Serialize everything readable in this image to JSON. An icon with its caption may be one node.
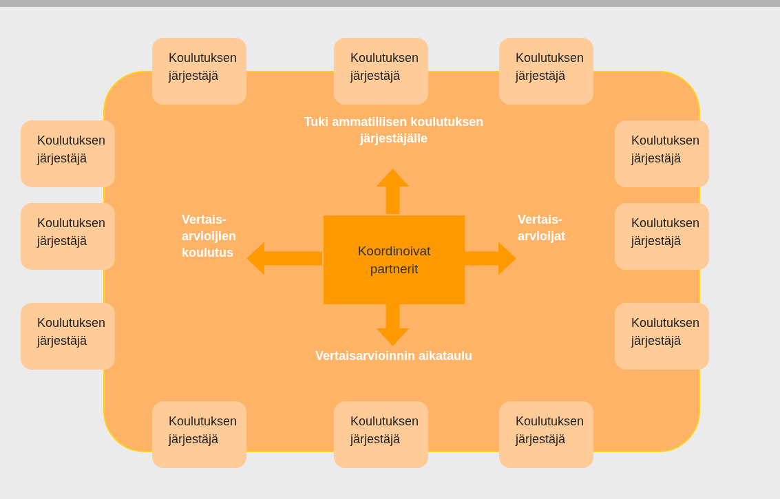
{
  "diagram": {
    "nodes": [
      {
        "text": [],
        "shape": "box"
      },
      {
        "text": [
          "Koulutuksen järjestäjä"
        ]
      },
      {
        "text": [
          "Koulutuksen järjestäjä"
        ]
      },
      {
        "text": [
          "Koulutuksen järjestäjä"
        ]
      },
      {
        "text": [
          "Koulutuksen järjestäjä"
        ]
      },
      {
        "text": [
          "Koulutuksen järjestäjä"
        ]
      },
      {
        "text": [
          "Koulutuksen järjestäjä"
        ]
      },
      {
        "text": [
          "Koulutuksen järjestäjä"
        ]
      },
      {
        "text": [
          "Koulutuksen järjestäjä"
        ]
      },
      {
        "text": [
          "Koulutuksen järjestäjä"
        ]
      },
      {
        "text": [
          "Koulutuksen järjestäjä"
        ]
      },
      {
        "text": [
          "Koulutuksen järjestäjä"
        ]
      },
      {
        "text": [
          "Koulutuksen järjestäjä"
        ]
      },
      {
        "text": [
          "Koordinoivat partnerit"
        ],
        "in": 0
      },
      {
        "text": [
          "Tuki ammatillisen koulutuksen järjestäjälle"
        ],
        "in": 0
      },
      {
        "text": [
          "Vertais-arvioijien koulutus"
        ],
        "in": 0
      },
      {
        "text": [
          "Vertais-arvioijat"
        ],
        "in": 0
      },
      {
        "text": [
          "Vertaisarvioinnin aikataulu"
        ],
        "in": 0
      }
    ],
    "edges": [
      {
        "from": 13,
        "to": 14,
        "arrow": "to"
      },
      {
        "from": 13,
        "to": 15,
        "arrow": "to"
      },
      {
        "from": 13,
        "to": 16,
        "arrow": "to"
      },
      {
        "from": 13,
        "to": 17,
        "arrow": "to"
      }
    ]
  }
}
